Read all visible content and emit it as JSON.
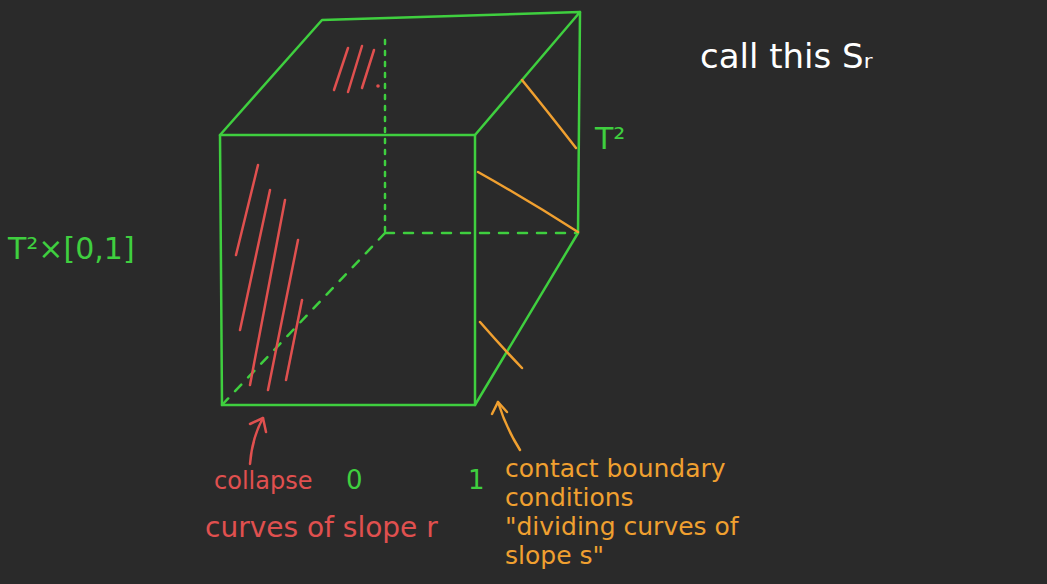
{
  "diagram": {
    "labels": [
      "T²×[0,1]",
      "T²",
      "call this Sᵣ",
      "collapse",
      "0",
      "1",
      "curves of slope r",
      "contact boundary conditions",
      "\"dividing curves of slope s\""
    ]
  }
}
